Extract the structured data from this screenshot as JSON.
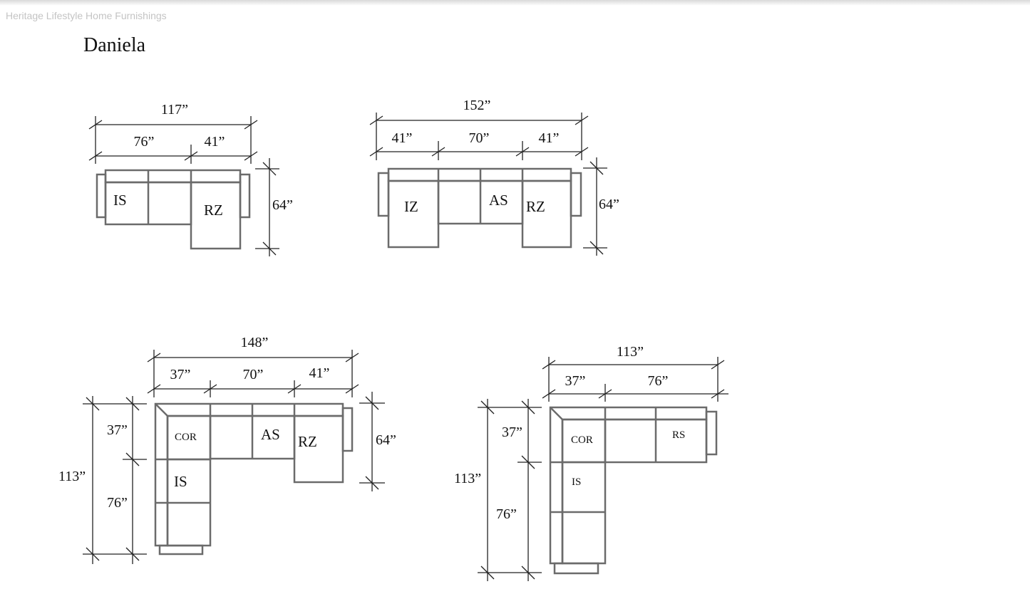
{
  "header": {
    "brand": "Heritage Lifestyle Home Furnishings",
    "title": "Daniela"
  },
  "config_1": {
    "overall_width": "117”",
    "widths": [
      "76”",
      "41”"
    ],
    "depth": "64”",
    "modules": [
      "IS",
      "RZ"
    ]
  },
  "config_2": {
    "overall_width": "152”",
    "widths": [
      "41”",
      "70”",
      "41”"
    ],
    "depth": "64”",
    "modules": [
      "IZ",
      "AS",
      "RZ"
    ]
  },
  "config_3": {
    "overall_width": "148”",
    "widths": [
      "37”",
      "70”",
      "41”"
    ],
    "depth": "64”",
    "left_overall": "113”",
    "left_parts": [
      "37”",
      "76”"
    ],
    "modules": [
      "COR",
      "AS",
      "RZ",
      "IS"
    ]
  },
  "config_4": {
    "overall_width": "113”",
    "widths": [
      "37”",
      "76”"
    ],
    "left_overall": "113”",
    "left_parts": [
      "37”",
      "76”"
    ],
    "modules": [
      "COR",
      "RS",
      "IS"
    ]
  }
}
